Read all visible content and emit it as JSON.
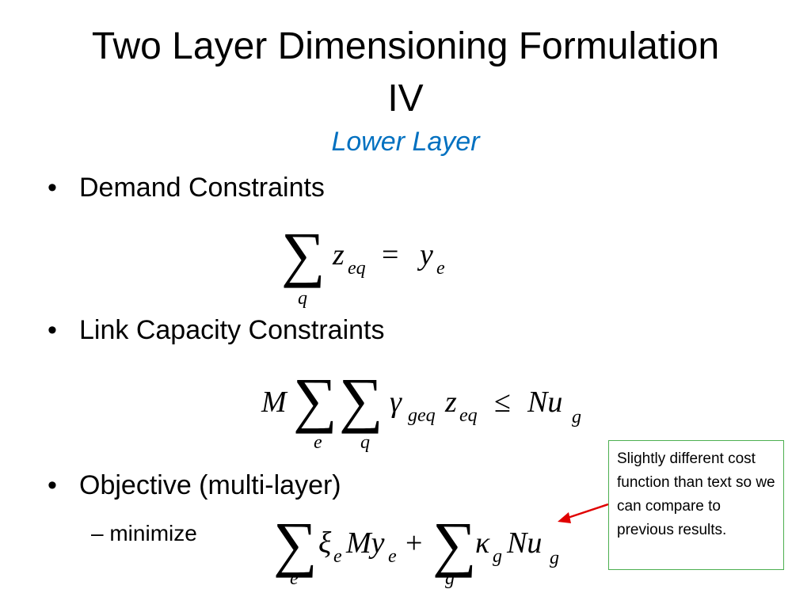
{
  "slide": {
    "title_line1": "Two Layer Dimensioning Formulation",
    "title_line2": "IV",
    "subtitle": "Lower Layer",
    "bullets": [
      {
        "text": "Demand Constraints"
      },
      {
        "text": "Link Capacity Constraints"
      },
      {
        "text": "Objective (multi-layer)"
      }
    ],
    "sub_bullet": "– minimize",
    "note": "Slightly different cost function than text so we can compare to previous results.",
    "colors": {
      "subtitle": "#0070c0",
      "note_border": "#4caf50",
      "arrow": "#e00000"
    }
  },
  "eq1": {
    "sum": "∑",
    "sum_idx": "q",
    "z": "z",
    "z_sub": "eq",
    "eq": "=",
    "y": "y",
    "y_sub": "e"
  },
  "eq2": {
    "M": "M",
    "sum1": "∑",
    "sum1_idx": "e",
    "sum2": "∑",
    "sum2_idx": "q",
    "gamma": "γ",
    "gamma_sub": "geq",
    "z": "z",
    "z_sub": "eq",
    "le": "≤",
    "Nu": "Nu",
    "u_sub": "g"
  },
  "eq3": {
    "sum1": "∑",
    "sum1_idx": "e",
    "xi": "ξ",
    "xi_sub": "e",
    "My": "My",
    "y_sub": "e",
    "plus": "+",
    "sum2": "∑",
    "sum2_idx": "g",
    "kappa": "κ",
    "kappa_sub": "g",
    "Nu": "Nu",
    "u_sub": "g"
  }
}
